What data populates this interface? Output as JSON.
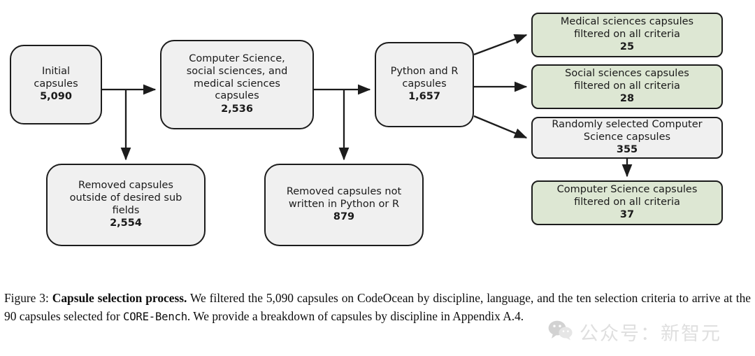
{
  "figure": {
    "nodes": [
      {
        "id": "initial",
        "label": "Initial\ncapsules",
        "value": "5,090",
        "fill": "#f0f0f0"
      },
      {
        "id": "discipline",
        "label": "Computer Science,\nsocial sciences, and\nmedical sciences\ncapsules",
        "value": "2,536",
        "fill": "#f0f0f0"
      },
      {
        "id": "language",
        "label": "Python and R\ncapsules",
        "value": "1,657",
        "fill": "#f0f0f0"
      },
      {
        "id": "removed-fields",
        "label": "Removed capsules\noutside of desired sub\nfields",
        "value": "2,554",
        "fill": "#f0f0f0"
      },
      {
        "id": "removed-lang",
        "label": "Removed capsules not\nwritten in Python or R",
        "value": "879",
        "fill": "#f0f0f0"
      },
      {
        "id": "medical",
        "label": "Medical sciences capsules\nfiltered on all criteria",
        "value": "25",
        "fill": "#dde7d3"
      },
      {
        "id": "social",
        "label": "Social sciences capsules\nfiltered on all criteria",
        "value": "28",
        "fill": "#dde7d3"
      },
      {
        "id": "random-cs",
        "label": "Randomly selected Computer\nScience capsules",
        "value": "355",
        "fill": "#f0f0f0"
      },
      {
        "id": "cs-filtered",
        "label": "Computer Science capsules\nfiltered on all criteria",
        "value": "37",
        "fill": "#dde7d3"
      }
    ],
    "edges": [
      {
        "from": "initial",
        "to": "discipline"
      },
      {
        "from": "initial",
        "to": "removed-fields"
      },
      {
        "from": "discipline",
        "to": "language"
      },
      {
        "from": "discipline",
        "to": "removed-lang"
      },
      {
        "from": "language",
        "to": "medical"
      },
      {
        "from": "language",
        "to": "social"
      },
      {
        "from": "language",
        "to": "random-cs"
      },
      {
        "from": "random-cs",
        "to": "cs-filtered"
      }
    ],
    "stroke_color": "#1c1c1c"
  },
  "caption": {
    "figure_number": "Figure 3:",
    "title": "Capsule selection process.",
    "body_part1": "We filtered the 5,090 capsules on CodeOcean by discipline, language, and the ten selection criteria to arrive at the 90 capsules selected for",
    "benchmark_name": "CORE-Bench",
    "body_part2": ". We provide a breakdown of capsules by discipline in Appendix A.4."
  },
  "watermark": {
    "text": "公众号：新智元",
    "icon": "wechat-icon",
    "color": "#b9b9b9"
  }
}
